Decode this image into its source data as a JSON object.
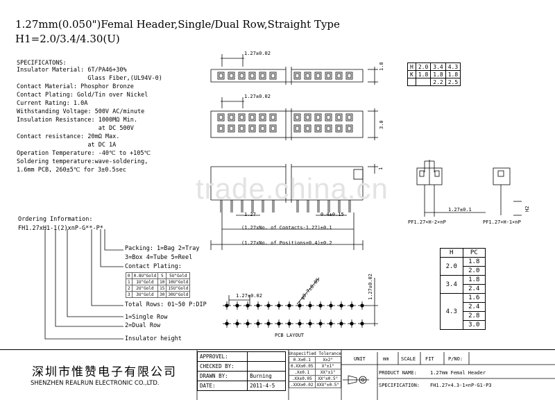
{
  "title": {
    "line1": "1.27mm(0.050\")Femal Header,Single/Dual Row,Straight Type",
    "line2": "H1=2.0/3.4/4.30(U)"
  },
  "specs": {
    "heading": "SPECIFICATONS:",
    "lines": [
      "Insulator Material: 6T/PA46+30%",
      "                    Glass Fiber,(UL94V-0)",
      "Contact Material: Phosphor Bronze",
      "Contact Plating: Gold/Tin over Nickel",
      "Current Rating: 1.0A",
      "Withstanding Voltage: 500V AC/minute",
      "Insulation Resistance: 1000MΩ Min.",
      "                       at DC 500V",
      "Contact resistance: 20mΩ Max.",
      "                    at DC 1A",
      "Operation Temperature: -40℃ to +105℃",
      "Soldering temperature:wave-soldering,",
      "1.6mm PCB, 260±5℃ for 3±0.5sec"
    ]
  },
  "ordering": {
    "heading": "Ordering Information:",
    "code": "FH1.27xH1-1(2)xnP-G**-P*",
    "packing": [
      "Packing: 1=Bag 2=Tray",
      "3=Box 4=Tube 5=Reel"
    ],
    "contact_plating_label": "Contact Plating:",
    "plating_table": [
      [
        "0",
        "0.8U\"Gold",
        "5",
        "5U\"Gold"
      ],
      [
        "1",
        "1U\"Gold",
        "10",
        "10U\"Gold"
      ],
      [
        "2",
        "2U\"Gold",
        "15",
        "15U\"Gold"
      ],
      [
        "3",
        "3U\"Gold",
        "30",
        "30U\"Gold"
      ]
    ],
    "total_rows": "Total Rows: 01~50 P:DIP",
    "rows": [
      "1=Single Row",
      "2=Dual Row"
    ],
    "insulator": "Insulator height"
  },
  "dimensions": {
    "pitch_top": "1.27±0.02",
    "height_top": "1.8",
    "pitch_mid": "1.27±0.02",
    "height_mid": "3.0",
    "side_mark": "1",
    "pin_pitch": "1.27",
    "pin_width": "0.4±0.15",
    "contacts": "(1.27xNo. of Contacts-1.27)±0.1",
    "positions": "(1.27xNo. of Positions+0.4)±0.2",
    "side_pitch": "1.27±0.1",
    "side_h2": "H2",
    "pcb_pitch": "1.27±0.02",
    "pcb_hole": "φ0.7±0.05",
    "pcb_pitch_v": "1.27±0.02",
    "pcb_layout": "PCB LAYOUT"
  },
  "views": {
    "dual": "PF1.27×H-2×nP",
    "single": "PF1.27×H-1×nP"
  },
  "hk_table": {
    "rows": [
      [
        "H",
        "2.0",
        "3.4",
        "4.3"
      ],
      [
        "K",
        "1.8",
        "1.8",
        "1.8"
      ],
      [
        "",
        "",
        "2.2",
        "2.5"
      ]
    ]
  },
  "hpc_table": {
    "header": [
      "H",
      "PC"
    ],
    "groups": [
      {
        "h": "2.0",
        "pc": [
          "1.8",
          "2.0"
        ]
      },
      {
        "h": "3.4",
        "pc": [
          "1.8",
          "2.4"
        ]
      },
      {
        "h": "4.3",
        "pc": [
          "1.6",
          "2.4",
          "2.8",
          "3.0"
        ]
      }
    ]
  },
  "title_block": {
    "company_cn": "深圳市惟赞电子有限公司",
    "company_en": "SHENZHEN REALRUN ELECTRONIC CO.,LTD.",
    "approved_label": "APPROVEL:",
    "checked_label": "CHECKED BY:",
    "drawn_label": "DRAWN BY:",
    "drawn_value": "Burning",
    "date_label": "DATE:",
    "date_value": "2011-4-5",
    "tolerance_header": "Unspecified Tolerance",
    "tolerance_rows": [
      [
        "0.X±0.1",
        "X±2°"
      ],
      [
        "0.XX±0.05",
        "X°±1°"
      ],
      [
        ".X±0.1",
        "XX°±1°"
      ],
      [
        ".XX±0.05",
        "XX°±0.5°"
      ],
      [
        ".XXX±0.02",
        "XXX°±0.5°"
      ]
    ],
    "unit_label": "UNIT",
    "unit_value": "mm",
    "scale_label": "SCALE",
    "scale_value": "FIT",
    "pno_label": "P/NO:",
    "product_label": "PRODUCT NAME:",
    "product_value": "1.27mm Femal Header",
    "spec_label": "SPECIFICATION:",
    "spec_value": "FH1.27×4.3-1×nP-G1-P3"
  },
  "watermark": "trade.china.cn"
}
